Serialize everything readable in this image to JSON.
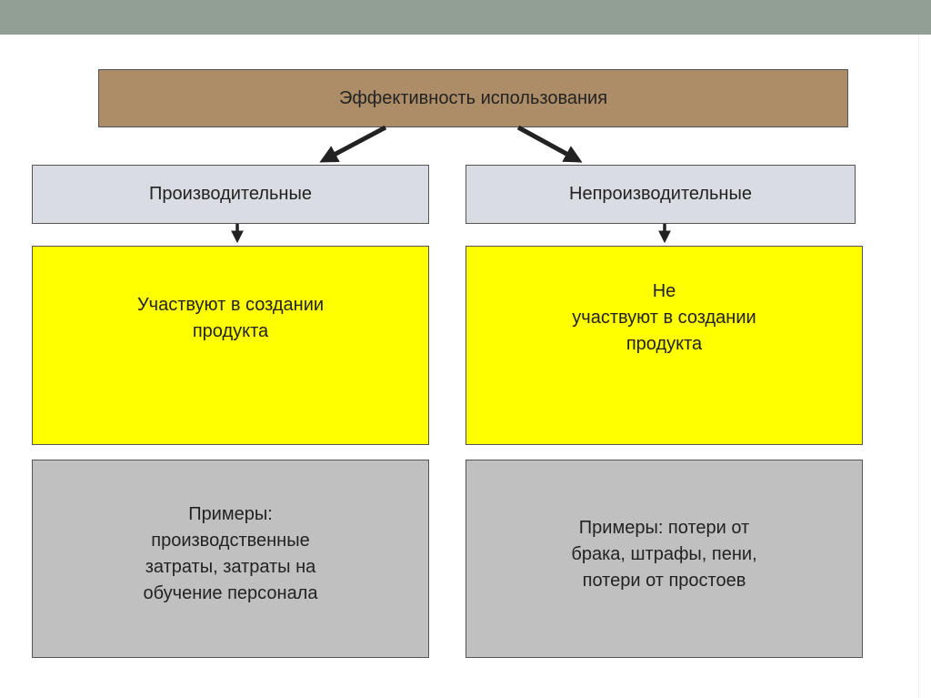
{
  "title": "Эффективность использования",
  "left": {
    "category": "Производительные",
    "description": "Участвуют в создании\nпродукта",
    "examples": "Примеры:\nпроизводственные\nзатраты, затраты на\nобучение персонала"
  },
  "right": {
    "category": "Непроизводительные",
    "description": "Не\nучаствуют в создании\nпродукта",
    "examples": "Примеры: потери  от\nбрака, штрафы, пени,\nпотери от простоев"
  },
  "colors": {
    "header_bar": "#919f95",
    "title_box": "#ac8d68",
    "category_box": "#d9dde3",
    "description_box": "#ffff00",
    "examples_box": "#c0c0c0"
  }
}
